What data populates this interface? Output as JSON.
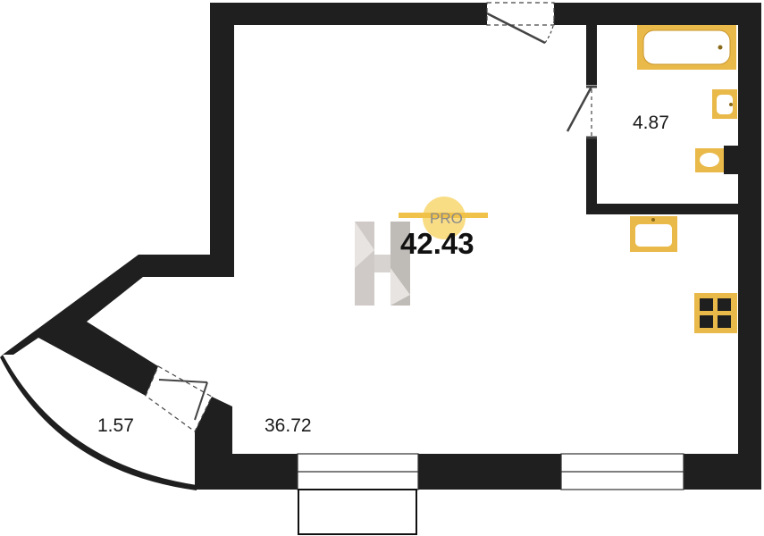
{
  "plan": {
    "total_area": "42.43",
    "rooms": [
      {
        "name": "bathroom",
        "area": "4.87"
      },
      {
        "name": "main-room",
        "area": "36.72"
      },
      {
        "name": "balcony",
        "area": "1.57"
      }
    ],
    "logo_text": "PRO",
    "colors": {
      "wall": "#1f1f1f",
      "fixture": "#e9b949",
      "logo_circle": "#f8d978"
    }
  }
}
